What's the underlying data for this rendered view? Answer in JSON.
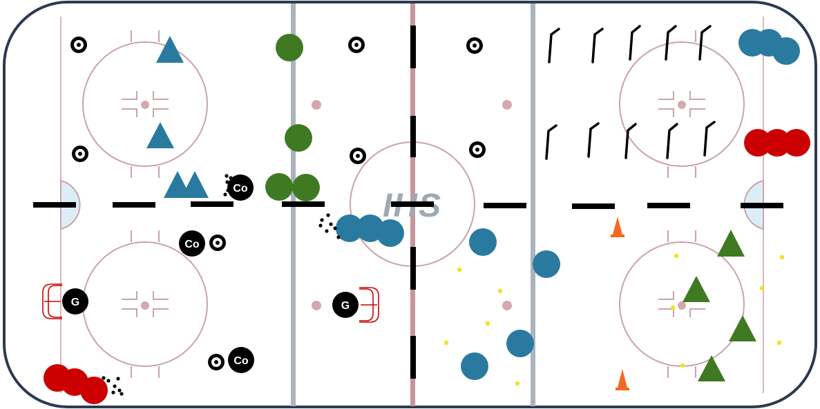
{
  "rink": {
    "logo": "IHS",
    "colors": {
      "board": "#2b3a4f",
      "line": "#c9a3aa",
      "red_line": "#c9959c",
      "blue_line": "#a9b4bf",
      "crease": "#dbeef8",
      "blue_team": "#2a7aa0",
      "red_team": "#cc0000",
      "green_team": "#3f7a22",
      "cone": "#f26a22",
      "puck": "#000000",
      "small_puck": "#f2e21a",
      "dot": "#d4a8ae"
    }
  },
  "labels": {
    "coach": "Co",
    "goalie": "G"
  },
  "icons": {
    "puck_target": "puck-target-icon",
    "stick": "hockey-stick-icon",
    "cone": "cone-icon",
    "net": "goal-net-icon",
    "player": "player-circle-icon",
    "triangle": "triangle-player-icon"
  }
}
